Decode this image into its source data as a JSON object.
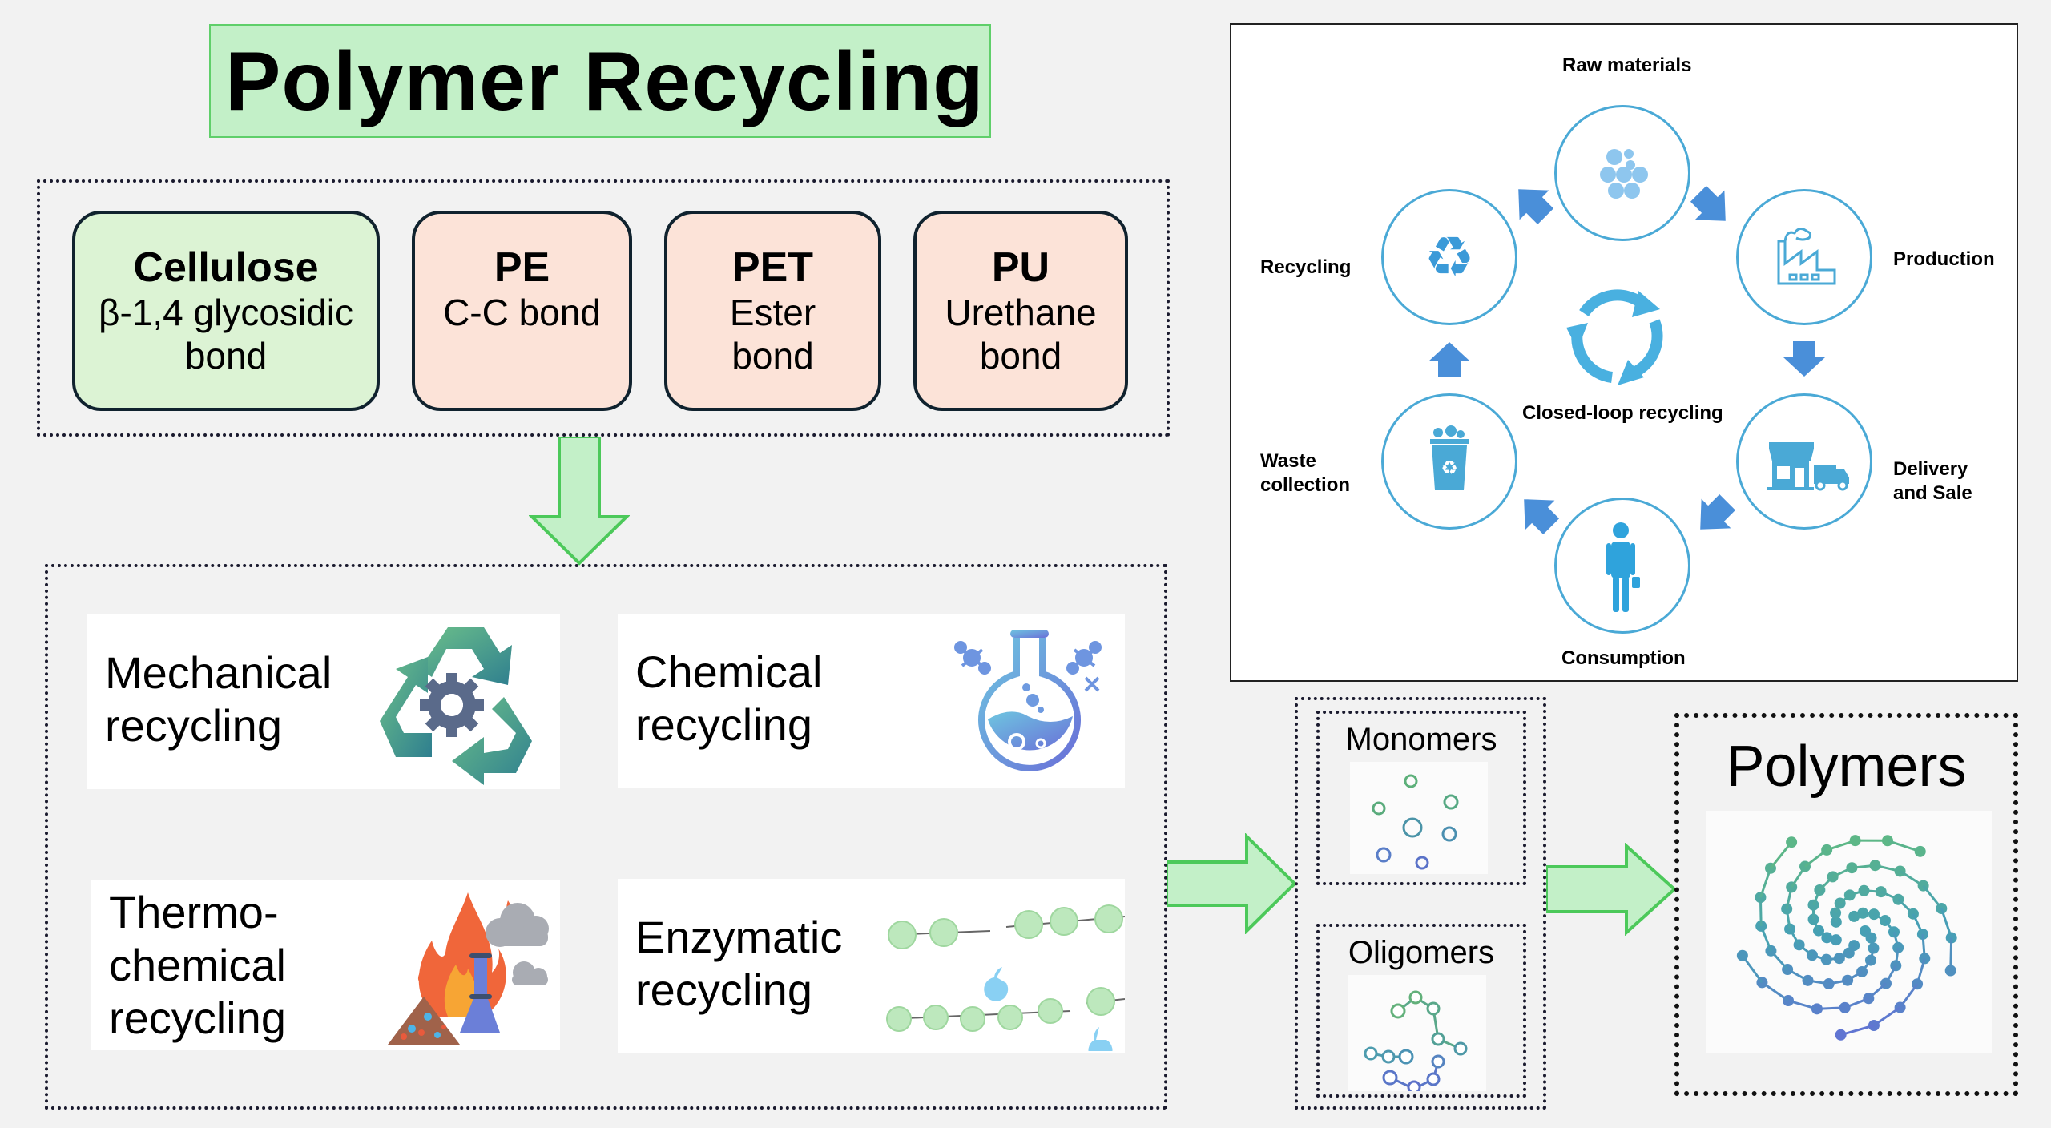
{
  "title": "Polymer Recycling",
  "polymers": [
    {
      "name": "Cellulose",
      "bond_lines": [
        "β-1,4 glycosidic",
        "bond"
      ],
      "color": "#dcf3d4"
    },
    {
      "name": "PE",
      "bond_lines": [
        "C-C bond"
      ],
      "color": "#fce3d8"
    },
    {
      "name": "PET",
      "bond_lines": [
        "Ester",
        "bond"
      ],
      "color": "#fce3d8"
    },
    {
      "name": "PU",
      "bond_lines": [
        "Urethane",
        "bond"
      ],
      "color": "#fce3d8"
    }
  ],
  "methods": [
    {
      "lines": [
        "Mechanical",
        "recycling"
      ],
      "icon": "recycle-gear-icon"
    },
    {
      "lines": [
        "Chemical",
        "recycling"
      ],
      "icon": "flask-icon"
    },
    {
      "lines": [
        "Thermo-",
        "chemical",
        "recycling"
      ],
      "icon": "fire-flask-icon"
    },
    {
      "lines": [
        "Enzymatic",
        "recycling"
      ],
      "icon": "enzyme-chain-icon"
    }
  ],
  "closed_loop": {
    "center_label": "Closed-loop recycling",
    "stages": [
      {
        "label": "Raw materials",
        "icon": "pellets-icon"
      },
      {
        "label": "Production",
        "icon": "factory-icon"
      },
      {
        "label": "Delivery and Sale",
        "label_lines": [
          "Delivery",
          "and Sale"
        ],
        "icon": "store-truck-icon"
      },
      {
        "label": "Consumption",
        "icon": "person-icon"
      },
      {
        "label": "Waste collection",
        "label_lines": [
          "Waste",
          "collection"
        ],
        "icon": "recycle-bin-icon"
      },
      {
        "label": "Recycling",
        "icon": "recycle-icon"
      }
    ]
  },
  "products": {
    "monomers": "Monomers",
    "oligomers": "Oligomers",
    "polymers": "Polymers"
  },
  "colors": {
    "title_bg": "#c3f0c8",
    "arrow_fill": "#c3f0c8",
    "arrow_stroke": "#4cc95a",
    "loop_blue": "#4aa9d6",
    "loop_arrow": "#4a90d9"
  }
}
